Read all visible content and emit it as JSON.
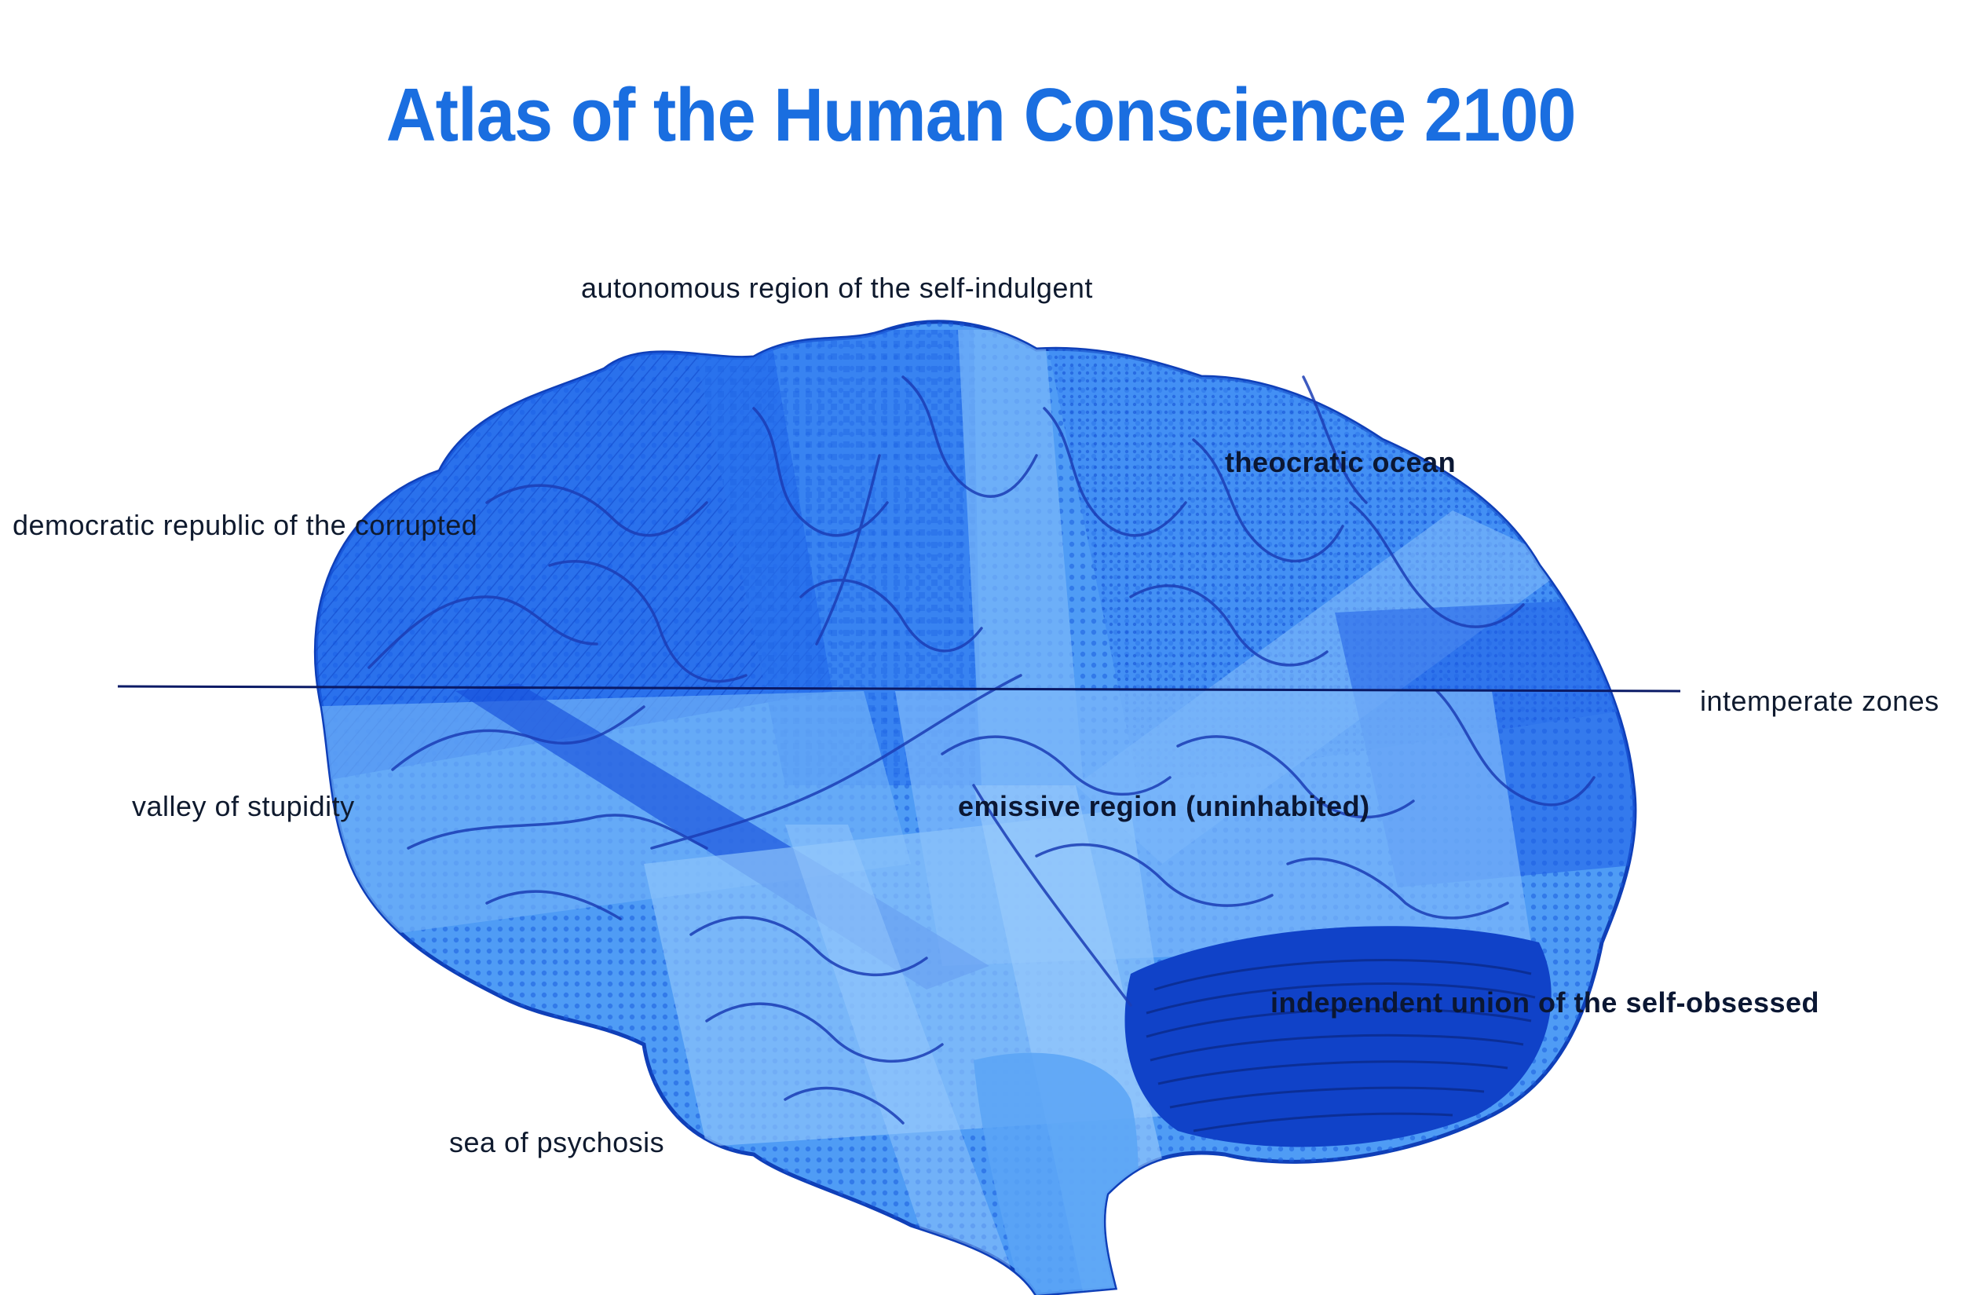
{
  "title": "Atlas of the Human Conscience 2100",
  "regions": {
    "self_indulgent": "autonomous region of the self-indulgent",
    "corrupted": "democratic republic of the corrupted",
    "theocratic": "theocratic ocean",
    "intemperate": "intemperate zones",
    "stupidity": "valley of stupidity",
    "emissive": "emissive region (uninhabited)",
    "self_obsessed": "independent union of the self-obsessed",
    "psychosis": "sea of psychosis"
  },
  "colors": {
    "title": "#1a6ee0",
    "brain_light": "#6aaef7",
    "brain_mid": "#3d8df0",
    "brain_dark": "#1560e6",
    "brain_deep": "#0c3fc4",
    "contour": "#1d3fb0",
    "label": "#0f1a2e"
  }
}
